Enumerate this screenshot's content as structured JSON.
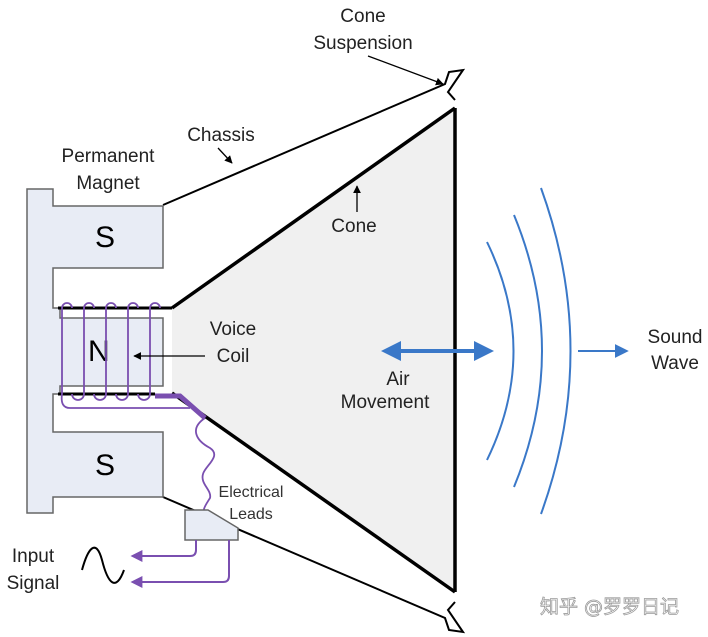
{
  "diagram": {
    "title": "Loudspeaker cross-section",
    "labels": {
      "cone_suspension": [
        "Cone",
        "Suspension"
      ],
      "chassis": "Chassis",
      "permanent_magnet": [
        "Permanent",
        "Magnet"
      ],
      "cone": "Cone",
      "voice_coil": [
        "Voice",
        "Coil"
      ],
      "air_movement": [
        "Air",
        "Movement"
      ],
      "sound_wave": [
        "Sound",
        "Wave"
      ],
      "electrical_leads": [
        "Electrical",
        "Leads"
      ],
      "input_signal": [
        "Input",
        "Signal"
      ]
    },
    "poles": {
      "top": "S",
      "middle": "N",
      "bottom": "S"
    },
    "colors": {
      "magnet_fill": "#e8ecf5",
      "magnet_stroke": "#666666",
      "cone_fill": "#f0f0f0",
      "coil": "#7a4fb0",
      "wave": "#3a78c8",
      "line": "#000000"
    }
  },
  "watermark": "知乎 @罗罗日记"
}
